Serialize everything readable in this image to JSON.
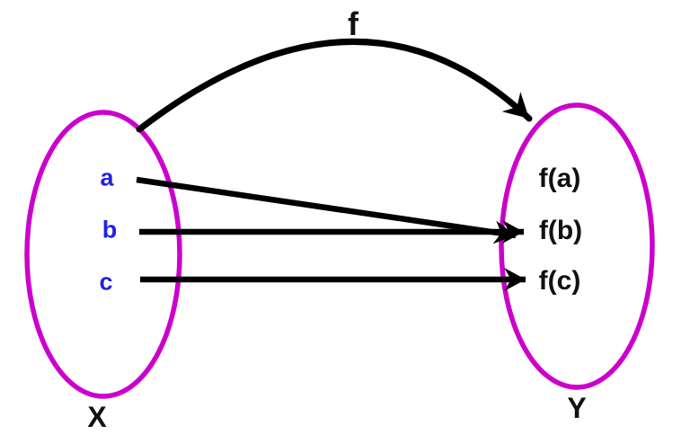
{
  "diagram": {
    "kind": "function-mapping-diagram",
    "function_label": "f",
    "domain": {
      "label": "X",
      "elements": [
        "a",
        "b",
        "c"
      ]
    },
    "codomain": {
      "label": "Y",
      "elements": [
        "f(a)",
        "f(b)",
        "f(c)"
      ]
    },
    "mappings": [
      {
        "from": "a",
        "to": "f(b)"
      },
      {
        "from": "b",
        "to": "f(b)"
      },
      {
        "from": "c",
        "to": "f(c)"
      }
    ],
    "colors": {
      "set_outline": "#CC00CC",
      "element_text": "#2222E0",
      "arrow": "#000000",
      "label_text": "#111111",
      "background": "#FFFFFF"
    }
  }
}
